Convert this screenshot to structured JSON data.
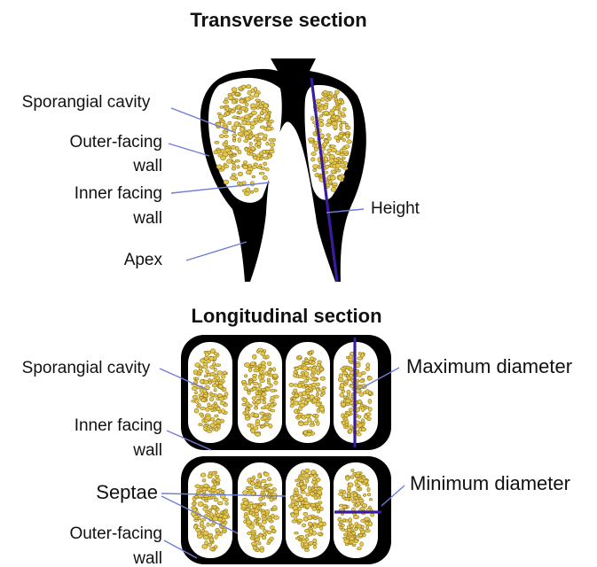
{
  "transverse": {
    "title": "Transverse section",
    "labels": {
      "sporangial_cavity": "Sporangial cavity",
      "outer_facing_wall_line1": "Outer-facing",
      "outer_facing_wall_line2": "wall",
      "inner_facing_wall_line1": "Inner facing",
      "inner_facing_wall_line2": "wall",
      "apex": "Apex",
      "height": "Height"
    }
  },
  "longitudinal": {
    "title": "Longitudinal section",
    "labels": {
      "sporangial_cavity": "Sporangial cavity",
      "inner_facing_wall_line1": "Inner facing",
      "inner_facing_wall_line2": "wall",
      "septae": "Septae",
      "outer_facing_wall_line1": "Outer-facing",
      "outer_facing_wall_line2": "wall",
      "maximum_diameter": "Maximum diameter",
      "minimum_diameter": "Minimum diameter"
    }
  },
  "colors": {
    "tissue": "#000000",
    "spores": "#e7c84a",
    "leader_lines": "#6f7fd6",
    "measurement_lines": "#3a1d9e"
  }
}
